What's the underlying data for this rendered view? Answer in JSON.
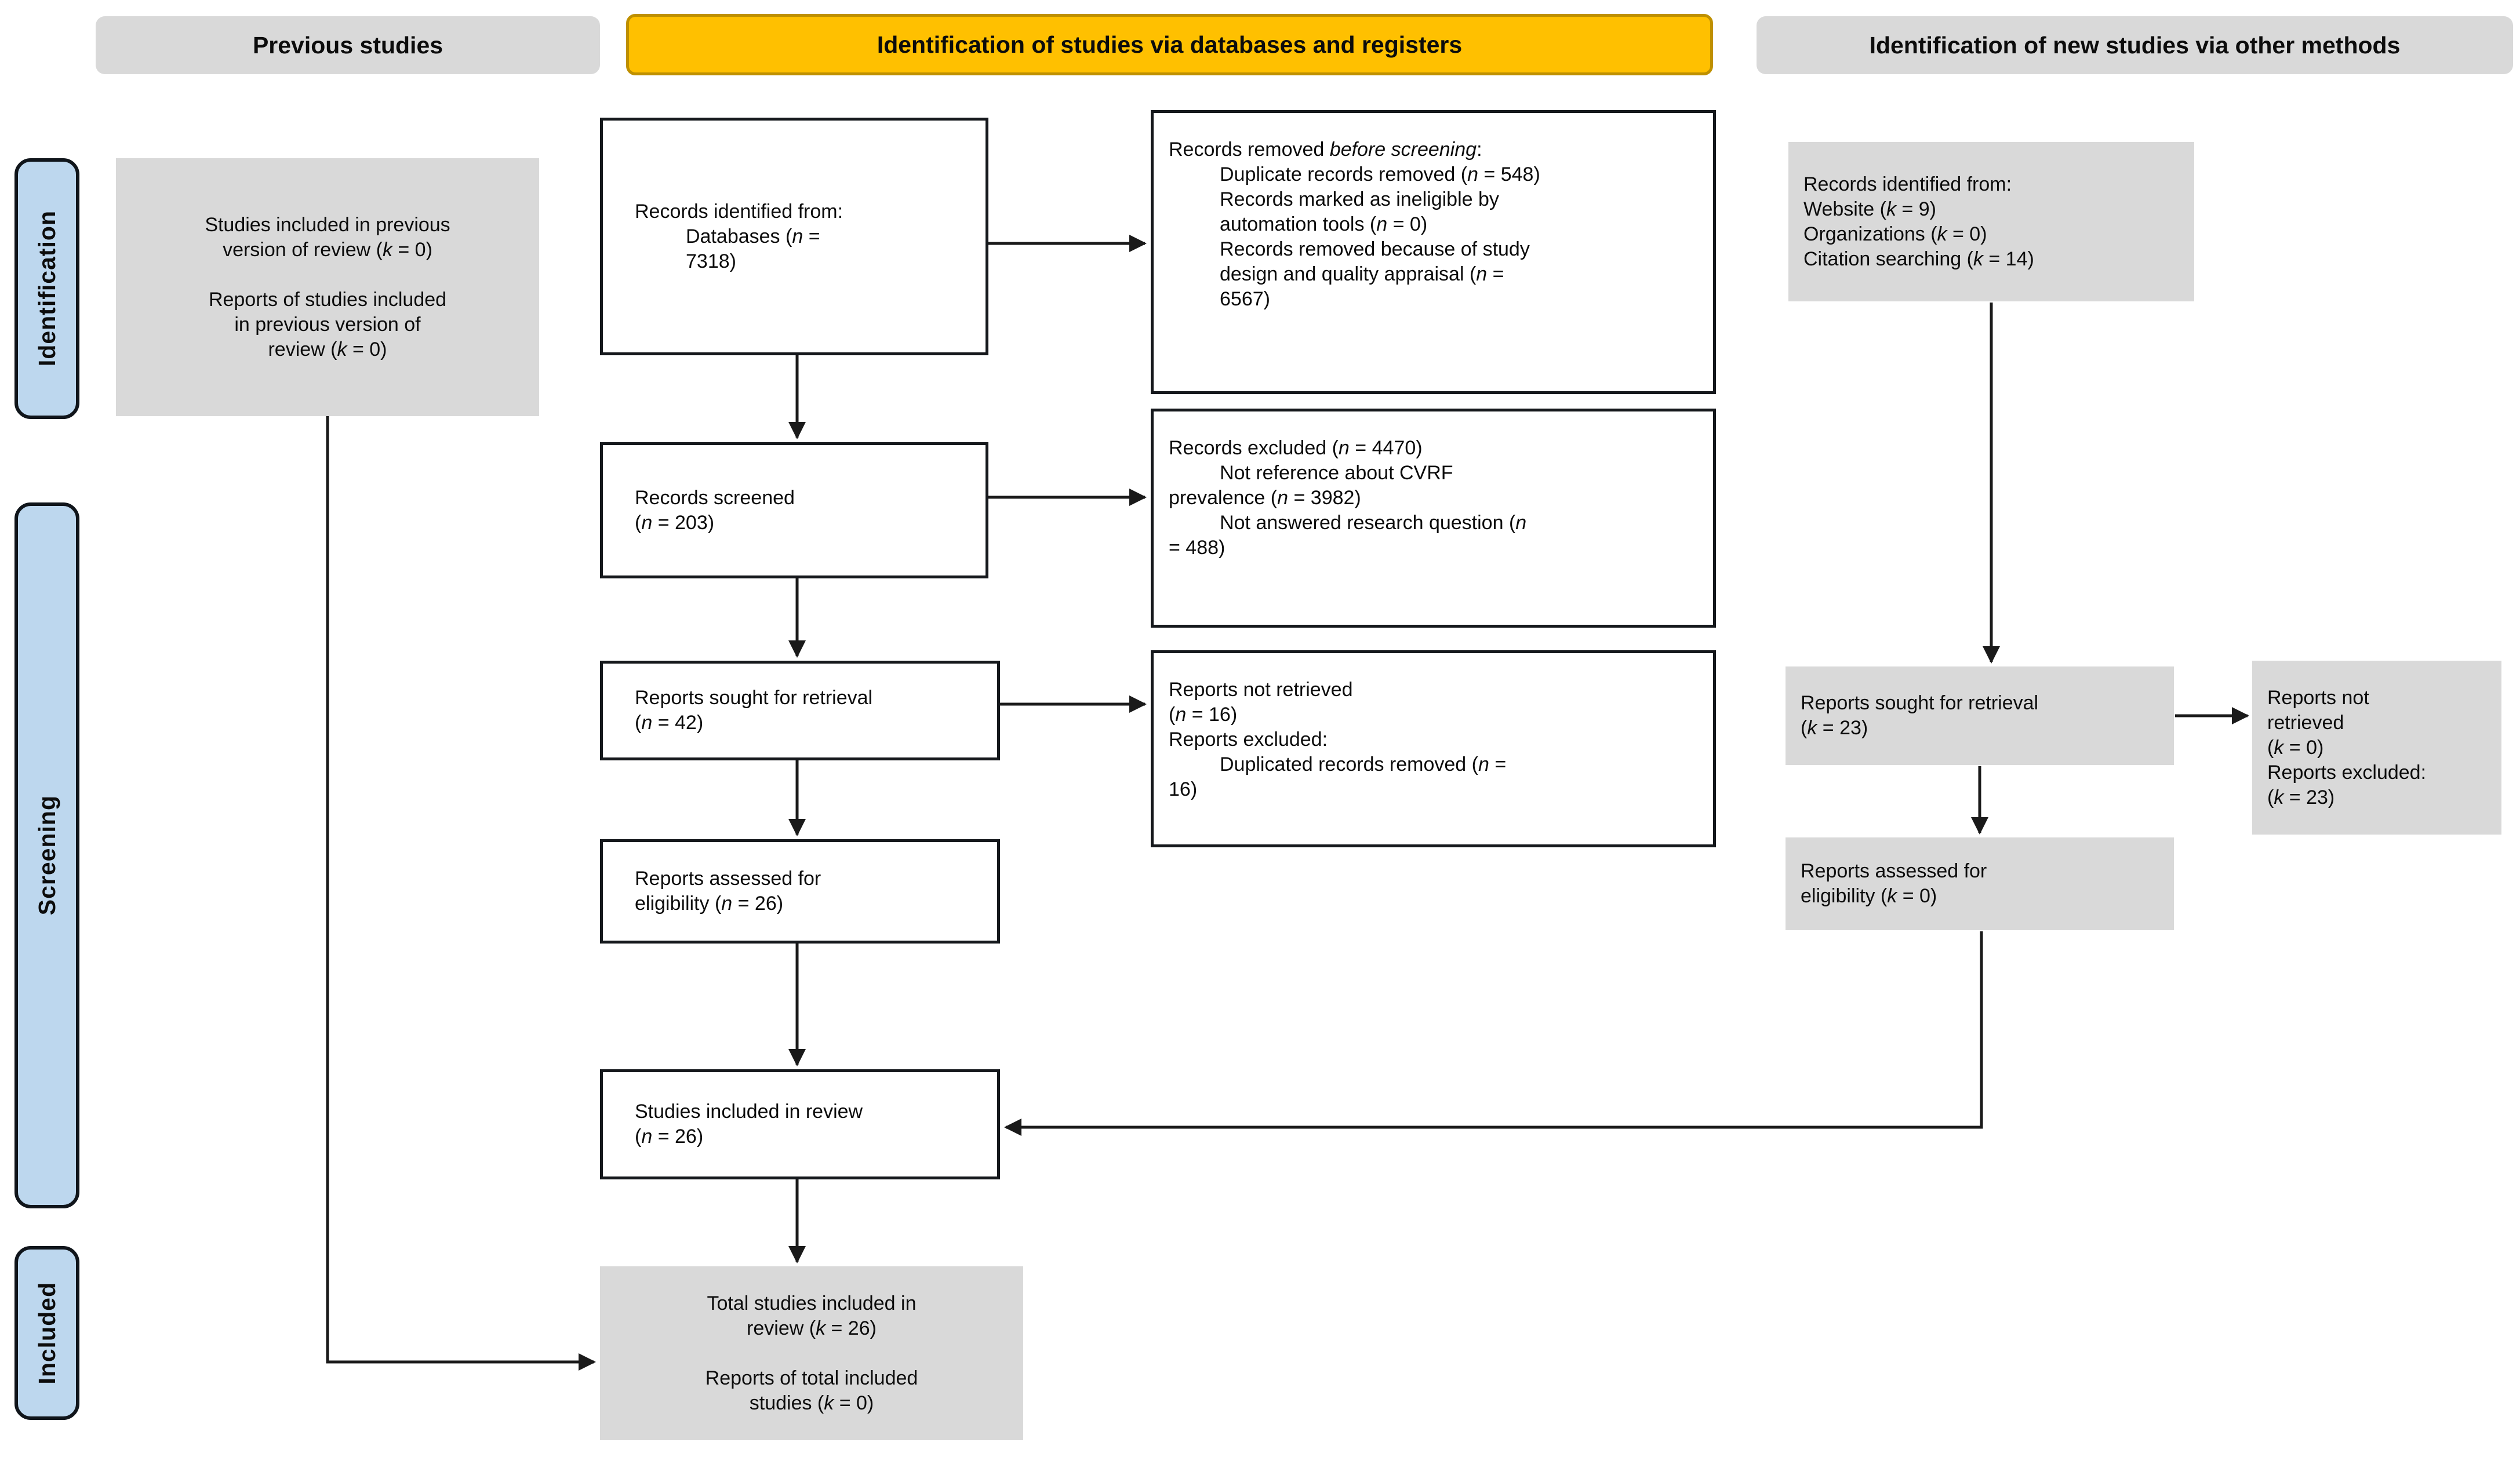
{
  "title": "PRISMA flow diagram of study selection",
  "colors": {
    "accent_orange": "#FFC000",
    "accent_orange_border": "#BF9000",
    "box_gray": "#D9D9D9",
    "sidebar_blue": "#BDD7EE",
    "line_black": "#1a1a1a"
  },
  "headers": {
    "previous": "Previous studies",
    "databases": "Identification of studies via databases and registers",
    "other": "Identification of new studies via other methods"
  },
  "sidebar": {
    "identification": "Identification",
    "screening": "Screening",
    "included": "Included"
  },
  "boxes": {
    "previous_studies": {
      "lines": [
        {
          "t": "Studies included in previous"
        },
        {
          "t": "version of review (*k* = 0)"
        },
        {
          "t": ""
        },
        {
          "t": "Reports of studies included"
        },
        {
          "t": "in previous version of"
        },
        {
          "t": "review (*k* = 0)"
        }
      ]
    },
    "records_identified_db": {
      "lines": [
        {
          "t": "Records identified from:"
        },
        {
          "t": "Databases (*n* =",
          "i": 1
        },
        {
          "t": "7318)",
          "i": 1
        }
      ]
    },
    "records_removed": {
      "lines": [
        {
          "t": "Records removed *before screening*:"
        },
        {
          "t": "Duplicate records removed (*n* = 548)",
          "i": 1
        },
        {
          "t": "Records marked as ineligible by",
          "i": 1
        },
        {
          "t": "automation tools (*n* = 0)",
          "i": 1
        },
        {
          "t": "Records removed because of study",
          "i": 1
        },
        {
          "t": "design and quality appraisal (*n* =",
          "i": 1
        },
        {
          "t": "6567)",
          "i": 1
        }
      ]
    },
    "records_screened": {
      "lines": [
        {
          "t": "Records screened"
        },
        {
          "t": "(*n* = 203)"
        }
      ]
    },
    "records_excluded": {
      "lines": [
        {
          "t": "Records excluded (*n* = 4470)"
        },
        {
          "t": "Not reference about CVRF",
          "i": 1
        },
        {
          "t": "prevalence (*n* = 3982)"
        },
        {
          "t": "Not answered research question (*n*",
          "i": 1
        },
        {
          "t": "= 488)"
        }
      ]
    },
    "reports_sought_db": {
      "lines": [
        {
          "t": "Reports sought for retrieval"
        },
        {
          "t": "(*n* = 42)"
        }
      ]
    },
    "reports_not_retrieved_db": {
      "lines": [
        {
          "t": "Reports not retrieved"
        },
        {
          "t": "(*n* = 16)"
        },
        {
          "t": "Reports excluded:"
        },
        {
          "t": "Duplicated records removed (*n* =",
          "i": 1
        },
        {
          "t": "16)"
        }
      ]
    },
    "reports_assessed_db": {
      "lines": [
        {
          "t": "Reports assessed for"
        },
        {
          "t": "eligibility (*n* = 26)"
        }
      ]
    },
    "studies_included": {
      "lines": [
        {
          "t": "Studies included in review"
        },
        {
          "t": "(*n* = 26)"
        }
      ]
    },
    "total_included": {
      "lines": [
        {
          "t": "Total studies included in"
        },
        {
          "t": "review (*k* = 26)"
        },
        {
          "t": ""
        },
        {
          "t": "Reports of total included"
        },
        {
          "t": "studies (*k* = 0)"
        }
      ]
    },
    "records_identified_other": {
      "lines": [
        {
          "t": "Records identified from:"
        },
        {
          "t": "Website (*k* = 9)"
        },
        {
          "t": "Organizations (*k* = 0)"
        },
        {
          "t": "Citation searching (*k* = 14)"
        }
      ]
    },
    "reports_sought_other": {
      "lines": [
        {
          "t": "Reports sought for retrieval"
        },
        {
          "t": "(*k* = 23)"
        }
      ]
    },
    "reports_not_retrieved_other": {
      "lines": [
        {
          "t": "Reports not"
        },
        {
          "t": "retrieved"
        },
        {
          "t": "(*k* = 0)"
        },
        {
          "t": "Reports excluded:"
        },
        {
          "t": "(*k* = 23)"
        }
      ]
    },
    "reports_assessed_other": {
      "lines": [
        {
          "t": "Reports assessed for"
        },
        {
          "t": "eligibility (*k* = 0)"
        }
      ]
    }
  }
}
